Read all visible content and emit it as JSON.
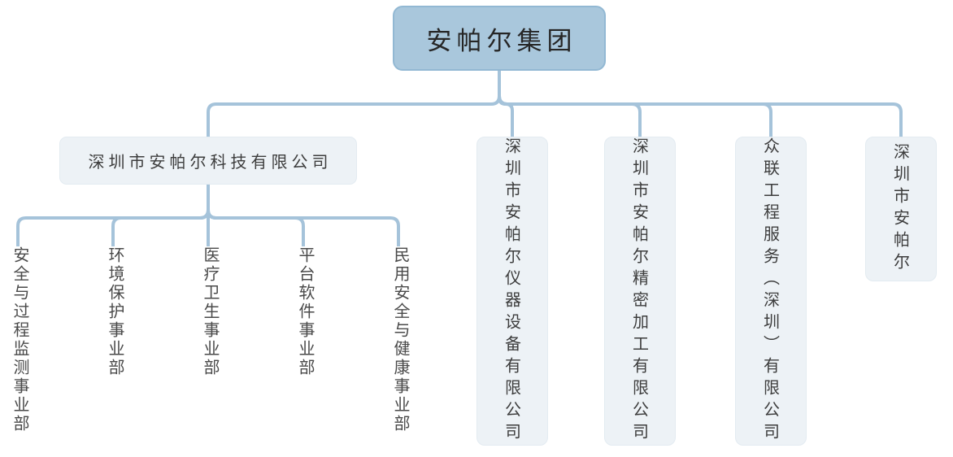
{
  "org": {
    "root": {
      "label": "安帕尔集团"
    },
    "children": [
      {
        "label": "深圳市安帕尔科技有限公司",
        "departments": [
          "安全与过程监测事业部",
          "环境保护事业部",
          "医疗卫生事业部",
          "平台软件事业部",
          "民用安全与健康事业部"
        ]
      },
      {
        "label": "深圳市安帕尔仪器设备有限公司"
      },
      {
        "label": "深圳市安帕尔精密加工有限公司"
      },
      {
        "label": "众联工程服务（深圳）有限公司"
      },
      {
        "label": "深圳市安帕尔"
      }
    ]
  },
  "colors": {
    "root_fill": "#a9c7dc",
    "root_border": "#92b8d3",
    "root_text": "#262626",
    "node_fill": "#edf2f6",
    "node_border": "#e3ebf1",
    "node_text": "#3d3d3d",
    "dept_text": "#4a4a4a",
    "connector": "#a5c3da"
  }
}
